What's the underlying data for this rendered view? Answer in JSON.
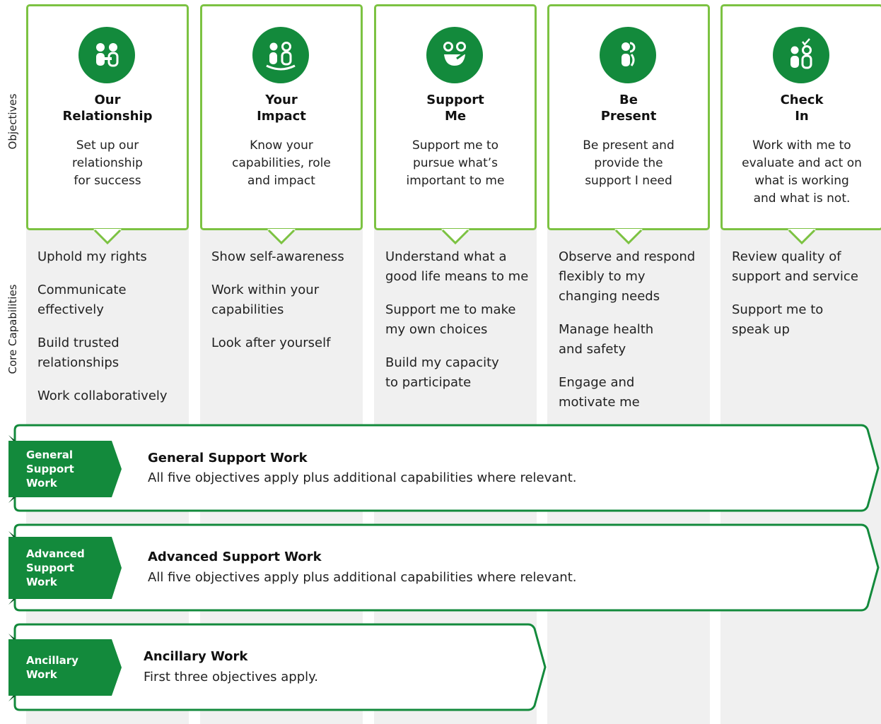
{
  "side_labels": {
    "objectives": "Objectives",
    "core_capabilities": "Core Capabilities"
  },
  "colors": {
    "accent_green": "#138a3c",
    "light_green": "#7cc242",
    "column_bg": "#f0f0f0"
  },
  "objectives": [
    {
      "icon": "relationship-icon",
      "title": [
        "Our",
        "Relationship"
      ],
      "description": [
        "Set up our",
        "relationship",
        "for success"
      ],
      "capabilities": [
        [
          "Uphold my rights"
        ],
        [
          "Communicate",
          "effectively"
        ],
        [
          "Build trusted",
          "relationships"
        ],
        [
          "Work collaboratively"
        ]
      ]
    },
    {
      "icon": "impact-icon",
      "title": [
        "Your",
        "Impact"
      ],
      "description": [
        "Know your",
        "capabilities, role",
        "and impact"
      ],
      "capabilities": [
        [
          "Show self-awareness"
        ],
        [
          "Work within your",
          "capabilities"
        ],
        [
          "Look after yourself"
        ]
      ]
    },
    {
      "icon": "support-icon",
      "title": [
        "Support",
        "Me"
      ],
      "description": [
        "Support me to",
        "pursue what’s",
        "important to me"
      ],
      "capabilities": [
        [
          "Understand what a",
          "good life means to me"
        ],
        [
          "Support me to make",
          "my own choices"
        ],
        [
          "Build my capacity",
          "to participate"
        ]
      ]
    },
    {
      "icon": "present-icon",
      "title": [
        "Be",
        "Present"
      ],
      "description": [
        "Be present and",
        "provide the",
        "support I need"
      ],
      "capabilities": [
        [
          "Observe and respond",
          "flexibly to my",
          "changing needs"
        ],
        [
          "Manage health",
          "and safety"
        ],
        [
          "Engage and",
          "motivate me"
        ]
      ]
    },
    {
      "icon": "check-in-icon",
      "title": [
        "Check",
        "In"
      ],
      "description": [
        "Work with me to",
        "evaluate and act on",
        "what is working",
        "and what is not."
      ],
      "capabilities": [
        [
          "Review quality of",
          "support and service"
        ],
        [
          "Support me to",
          "speak up"
        ]
      ]
    }
  ],
  "bands": [
    {
      "tab": [
        "General",
        "Support",
        "Work"
      ],
      "title": "General Support Work",
      "text": "All five objectives apply plus additional capabilities where relevant."
    },
    {
      "tab": [
        "Advanced",
        "Support",
        "Work"
      ],
      "title": "Advanced Support Work",
      "text": "All five objectives apply plus additional capabilities where relevant."
    },
    {
      "tab": [
        "Ancillary",
        "Work"
      ],
      "title": "Ancillary Work",
      "text": "First three objectives apply."
    }
  ]
}
